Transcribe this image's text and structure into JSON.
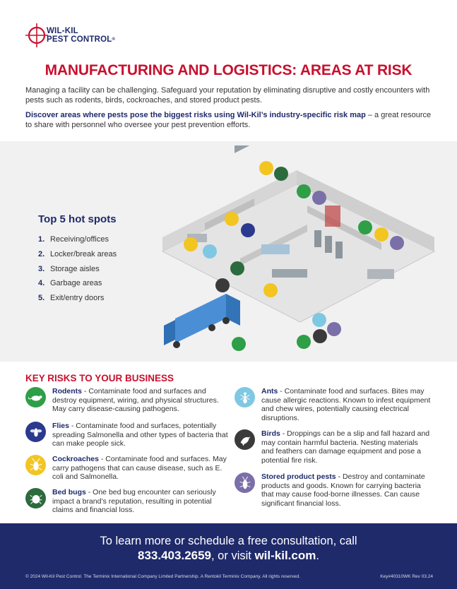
{
  "logo": {
    "line1": "WIL-KIL",
    "line2": "PEST CONTROL",
    "reg": "®",
    "colors": {
      "navy": "#1f2a6b",
      "red": "#c8102e"
    }
  },
  "title": "MANUFACTURING AND LOGISTICS: AREAS AT RISK",
  "intro": {
    "p1": "Managing a facility can be challenging. Safeguard your reputation by eliminating disruptive and costly encounters with pests such as rodents, birds, cockroaches, and stored product pests.",
    "p2_bold": "Discover areas where pests pose the biggest risks using Wil-Kil’s industry-specific risk map",
    "p2_rest": " – a great resource to share with personnel who oversee your pest prevention efforts."
  },
  "hotspots": {
    "title": "Top 5 hot spots",
    "items": [
      {
        "num": "1.",
        "label": "Receiving/offices"
      },
      {
        "num": "2.",
        "label": "Locker/break areas"
      },
      {
        "num": "3.",
        "label": "Storage aisles"
      },
      {
        "num": "4.",
        "label": "Garbage areas"
      },
      {
        "num": "5.",
        "label": "Exit/entry doors"
      }
    ]
  },
  "risks": {
    "title": "KEY RISKS TO YOUR BUSINESS",
    "items": [
      {
        "name": "Rodents",
        "desc": " - Contaminate food and surfaces and destroy equipment, wiring, and physical structures. May carry disease-causing pathogens.",
        "icon": "rodent-icon",
        "color": "#2e9e47"
      },
      {
        "name": "Flies",
        "desc": " - Contaminate food and surfaces, potentially spreading Salmonella and other types of bacteria that can make people sick.",
        "icon": "fly-icon",
        "color": "#2b3a8f"
      },
      {
        "name": "Cockroaches",
        "desc": " - Contaminate food and surfaces. May carry pathogens that can cause disease, such as E. coli and Salmonella.",
        "icon": "cockroach-icon",
        "color": "#f2c521"
      },
      {
        "name": "Bed bugs",
        "desc": " - One bed bug encounter can seriously impact a brand’s reputation, resulting in potential claims and financial loss.",
        "icon": "bedbug-icon",
        "color": "#2c6b3d"
      },
      {
        "name": "Ants",
        "desc": " - Contaminate food and surfaces. Bites may cause allergic reactions. Known to infest equipment and chew wires, potentially causing electrical disruptions.",
        "icon": "ant-icon",
        "color": "#7fc8e3"
      },
      {
        "name": "Birds",
        "desc": " - Droppings can be a slip and fall hazard and may contain harmful bacteria. Nesting materials and feathers can damage equipment and pose a potential fire risk.",
        "icon": "bird-icon",
        "color": "#3a3a3a"
      },
      {
        "name": "Stored product pests",
        "desc": " - Destroy and contaminate products and goods. Known for carrying bacteria that may cause food-borne illnesses. Can cause significant financial loss.",
        "icon": "stored-product-pest-icon",
        "color": "#7b6fa8"
      }
    ]
  },
  "footer": {
    "cta_line1": "To learn more or schedule a free consultation, call",
    "phone": "833.403.2659",
    "mid": ", or visit ",
    "site": "wil-kil.com",
    "end": ".",
    "legal": "© 2024 Wil-Kil Pest Control. The Terminix International Company Limited Partnership. A Rentokil Terminix Company. All rights reserved.",
    "key": "Key#40310WK  Rev 03.24"
  }
}
